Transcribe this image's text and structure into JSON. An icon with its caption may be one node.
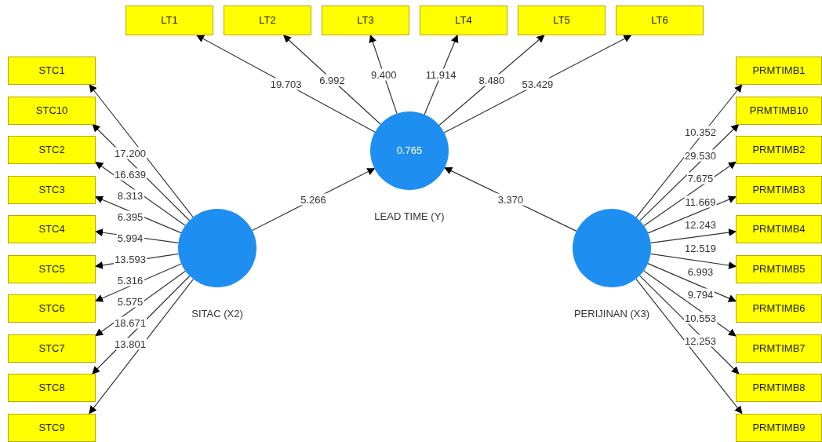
{
  "diagram": {
    "nodes": [
      {
        "text": [
          "LT1"
        ]
      },
      {
        "text": [
          "LT2"
        ]
      },
      {
        "text": [
          "LT3"
        ]
      },
      {
        "text": [
          "LT4"
        ]
      },
      {
        "text": [
          "LT5"
        ]
      },
      {
        "text": [
          "LT6"
        ]
      },
      {
        "text": [
          "STC1"
        ]
      },
      {
        "text": [
          "STC10"
        ]
      },
      {
        "text": [
          "STC2"
        ]
      },
      {
        "text": [
          "STC3"
        ]
      },
      {
        "text": [
          "STC4"
        ]
      },
      {
        "text": [
          "STC5"
        ]
      },
      {
        "text": [
          "STC6"
        ]
      },
      {
        "text": [
          "STC7"
        ]
      },
      {
        "text": [
          "STC8"
        ]
      },
      {
        "text": [
          "STC9"
        ]
      },
      {
        "text": [
          "PRMTIMB1"
        ]
      },
      {
        "text": [
          "PRMTIMB10"
        ]
      },
      {
        "text": [
          "PRMTIMB2"
        ]
      },
      {
        "text": [
          "PRMTIMB3"
        ]
      },
      {
        "text": [
          "PRMTIMB4"
        ]
      },
      {
        "text": [
          "PRMTIMB5"
        ]
      },
      {
        "text": [
          "PRMTIMB6"
        ]
      },
      {
        "text": [
          "PRMTIMB7"
        ]
      },
      {
        "text": [
          "PRMTIMB8"
        ]
      },
      {
        "text": [
          "PRMTIMB9"
        ]
      },
      {
        "text": [
          "0.765",
          "LEAD TIME (Y)"
        ]
      },
      {
        "text": [
          "SITAC (X2)"
        ]
      },
      {
        "text": [
          "PERIJINAN (X3)"
        ]
      }
    ],
    "edges": [
      {
        "from": 26,
        "to": 0,
        "arrow": "to",
        "label": "19.703"
      },
      {
        "from": 26,
        "to": 1,
        "arrow": "to",
        "label": "6.992"
      },
      {
        "from": 26,
        "to": 2,
        "arrow": "to",
        "label": "9.400"
      },
      {
        "from": 26,
        "to": 3,
        "arrow": "to",
        "label": "11.914"
      },
      {
        "from": 26,
        "to": 4,
        "arrow": "to",
        "label": "8.480"
      },
      {
        "from": 26,
        "to": 5,
        "arrow": "to",
        "label": "53.429"
      },
      {
        "from": 27,
        "to": 6,
        "arrow": "to",
        "label": "17.200"
      },
      {
        "from": 27,
        "to": 7,
        "arrow": "to",
        "label": "16.639"
      },
      {
        "from": 27,
        "to": 8,
        "arrow": "to",
        "label": "8.313"
      },
      {
        "from": 27,
        "to": 9,
        "arrow": "to",
        "label": "6.395"
      },
      {
        "from": 27,
        "to": 10,
        "arrow": "to",
        "label": "5.994"
      },
      {
        "from": 27,
        "to": 11,
        "arrow": "to",
        "label": "13.593"
      },
      {
        "from": 27,
        "to": 12,
        "arrow": "to",
        "label": "5.316"
      },
      {
        "from": 27,
        "to": 13,
        "arrow": "to",
        "label": "5.575"
      },
      {
        "from": 27,
        "to": 14,
        "arrow": "to",
        "label": "18.671"
      },
      {
        "from": 27,
        "to": 15,
        "arrow": "to",
        "label": "13.801"
      },
      {
        "from": 27,
        "to": 26,
        "arrow": "to",
        "label": "5.266"
      },
      {
        "from": 28,
        "to": 26,
        "arrow": "to",
        "label": "3.370"
      },
      {
        "from": 28,
        "to": 16,
        "arrow": "to",
        "label": "10.352"
      },
      {
        "from": 28,
        "to": 17,
        "arrow": "to",
        "label": "29.530"
      },
      {
        "from": 28,
        "to": 18,
        "arrow": "to",
        "label": "7.675"
      },
      {
        "from": 28,
        "to": 19,
        "arrow": "to",
        "label": "11.669"
      },
      {
        "from": 28,
        "to": 20,
        "arrow": "to",
        "label": "12.243"
      },
      {
        "from": 28,
        "to": 21,
        "arrow": "to",
        "label": "12.519"
      },
      {
        "from": 28,
        "to": 22,
        "arrow": "to",
        "label": "6.993"
      },
      {
        "from": 28,
        "to": 23,
        "arrow": "to",
        "label": "9.794"
      },
      {
        "from": 28,
        "to": 24,
        "arrow": "to",
        "label": "10.553"
      },
      {
        "from": 28,
        "to": 25,
        "arrow": "to",
        "label": "12.253"
      }
    ]
  }
}
